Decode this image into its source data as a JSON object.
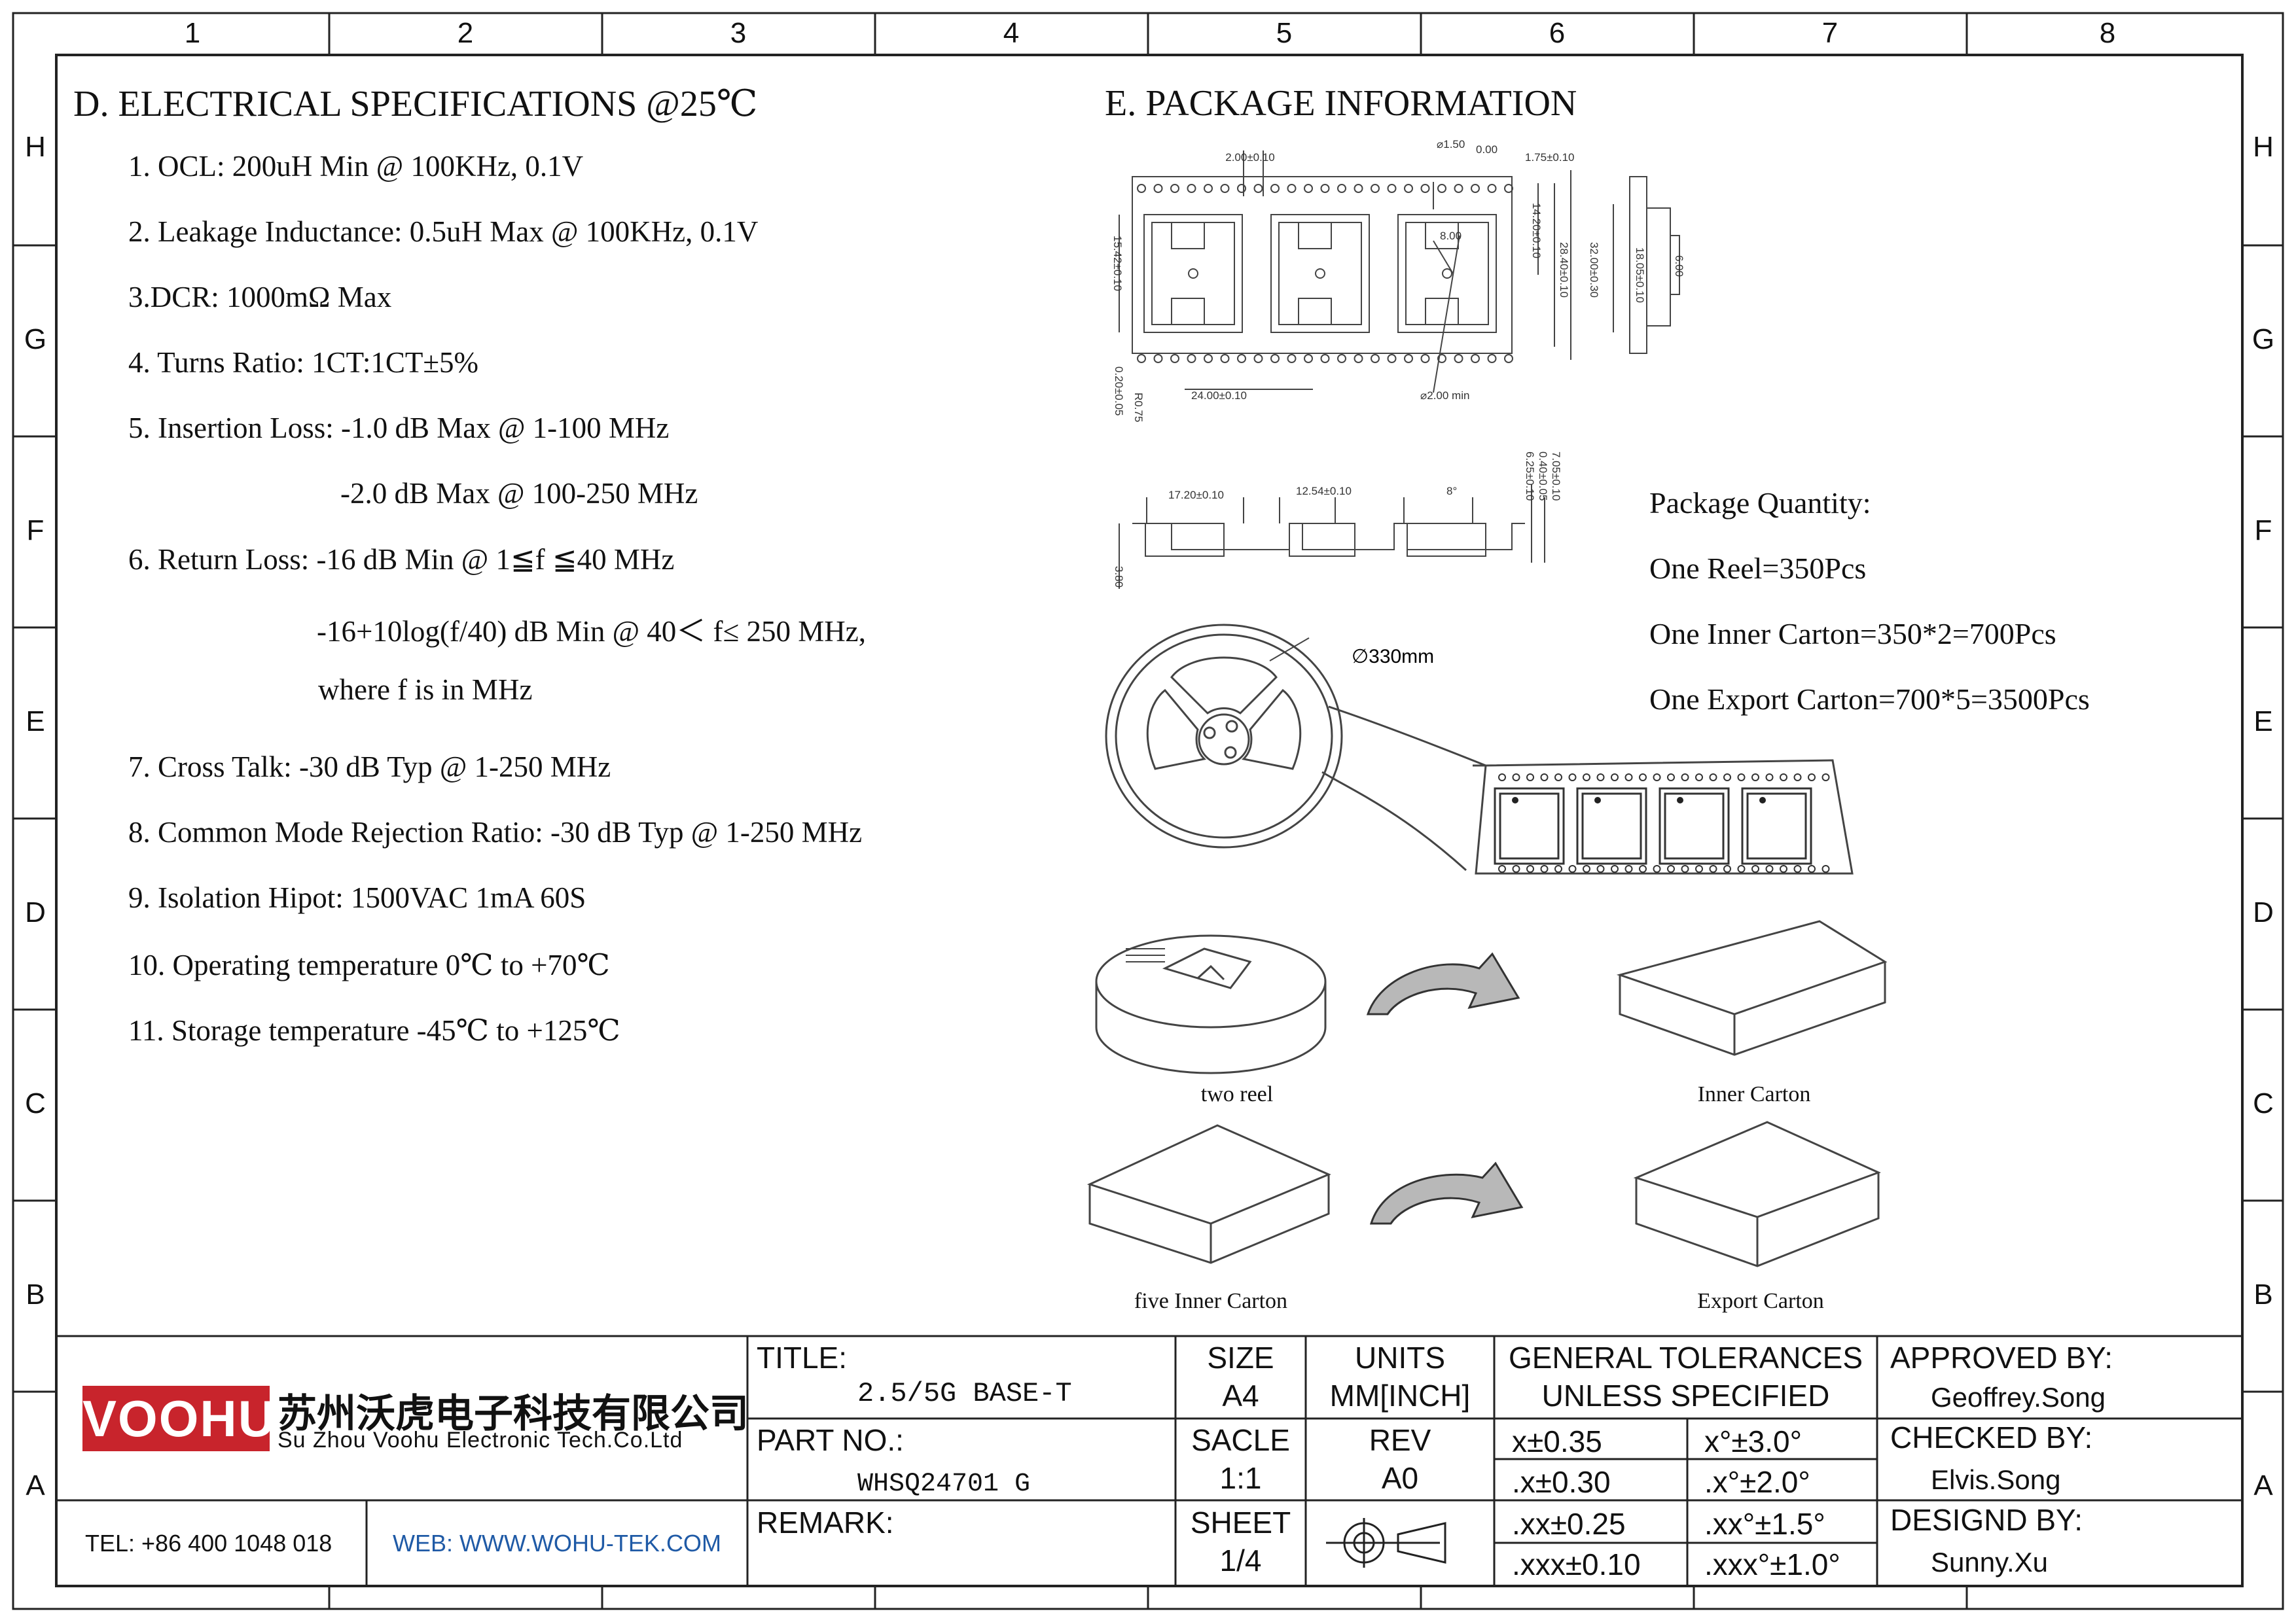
{
  "frame": {
    "columns": [
      "1",
      "2",
      "3",
      "4",
      "5",
      "6",
      "7",
      "8"
    ],
    "rows": [
      "H",
      "G",
      "F",
      "E",
      "D",
      "C",
      "B",
      "A"
    ]
  },
  "electrical": {
    "heading": "D. ELECTRICAL SPECIFICATIONS @25℃",
    "lines": [
      "1. OCL: 200uH Min @ 100KHz, 0.1V",
      "2. Leakage Inductance: 0.5uH Max @ 100KHz, 0.1V",
      "3.DCR: 1000mΩ Max",
      "4. Turns Ratio: 1CT:1CT±5%",
      "5. Insertion Loss: -1.0 dB Max @ 1-100 MHz",
      "-2.0 dB Max @ 100-250 MHz",
      "6. Return Loss:  -16 dB Min @ 1≦f ≦40 MHz",
      "-16+10log(f/40) dB Min @ 40＜ f≤ 250 MHz,",
      "where f is in MHz",
      "7. Cross Talk: -30 dB Typ @ 1-250 MHz",
      "8. Common Mode Rejection Ratio: -30 dB Typ @ 1-250 MHz",
      "9. Isolation Hipot: 1500VAC 1mA 60S",
      "10. Operating temperature 0℃ to +70℃",
      "11. Storage temperature -45℃ to +125℃"
    ]
  },
  "package": {
    "heading": "E. PACKAGE INFORMATION",
    "quantity_title": "Package Quantity:",
    "quantity_lines": [
      "One Reel=350Pcs",
      "One Inner Carton=350*2=700Pcs",
      "One Export Carton=700*5=3500Pcs"
    ],
    "reel_diameter": "∅330mm",
    "tape_dims": {
      "pitch_hole": "2.00±0.10",
      "hole_dia": "⌀1.50",
      "hole_tol": "0.00",
      "edge": "1.75±0.10",
      "pocket_h": "15.42±0.10",
      "pocket_w": "8.00",
      "d1": "14.20±0.10",
      "d2": "28.40±0.10",
      "tape_w": "32.00±0.30",
      "side_h": "18.05±0.10",
      "side_w": "6.00",
      "thick": "0.20±0.05",
      "radius": "R0.75",
      "pitch": "24.00±0.10",
      "min_hole": "⌀2.00 min",
      "sec_a": "17.20±0.10",
      "sec_b": "12.54±0.10",
      "angle": "8°",
      "depth_a": "7.05±0.10",
      "depth_b": "0.40±0.05",
      "depth_c": "6.25±0.10",
      "depth_total": "3.80"
    },
    "captions": {
      "two_reel": "two  reel",
      "inner_carton": "Inner Carton",
      "five_inner": "five  Inner Carton",
      "export_carton": "Export Carton"
    }
  },
  "titleblock": {
    "company_logo": "VOOHU",
    "company_cn": "苏州沃虎电子科技有限公司",
    "company_en": "Su Zhou Voohu Electronic Tech.Co.Ltd",
    "tel": "TEL: +86 400 1048 018",
    "web": "WEB: WWW.WOHU-TEK.COM",
    "title_label": "TITLE:",
    "title_value": "2.5/5G BASE-T",
    "part_label": "PART NO.:",
    "part_value": "WHSQ24701 G",
    "remark_label": "REMARK:",
    "size_label": "SIZE",
    "size_value": "A4",
    "units_label": "UNITS",
    "units_value": "MM[INCH]",
    "scale_label": "SACLE",
    "scale_value": "1:1",
    "rev_label": "REV",
    "rev_value": "A0",
    "sheet_label": "SHEET",
    "sheet_value": "1/4",
    "tol_title_1": "GENERAL TOLERANCES",
    "tol_title_2": "UNLESS SPECIFIED",
    "tol": [
      "x±0.35",
      "x°±3.0°",
      ".x±0.30",
      ".x°±2.0°",
      ".xx±0.25",
      ".xx°±1.5°",
      ".xxx±0.10",
      ".xxx°±1.0°"
    ],
    "approved_label": "APPROVED BY:",
    "approved_value": "Geoffrey.Song",
    "checked_label": "CHECKED BY:",
    "checked_value": "Elvis.Song",
    "design_label": "DESIGND BY:",
    "design_value": "Sunny.Xu",
    "colors": {
      "logo_red": "#c8242c",
      "web_blue": "#1f5aa6"
    }
  }
}
